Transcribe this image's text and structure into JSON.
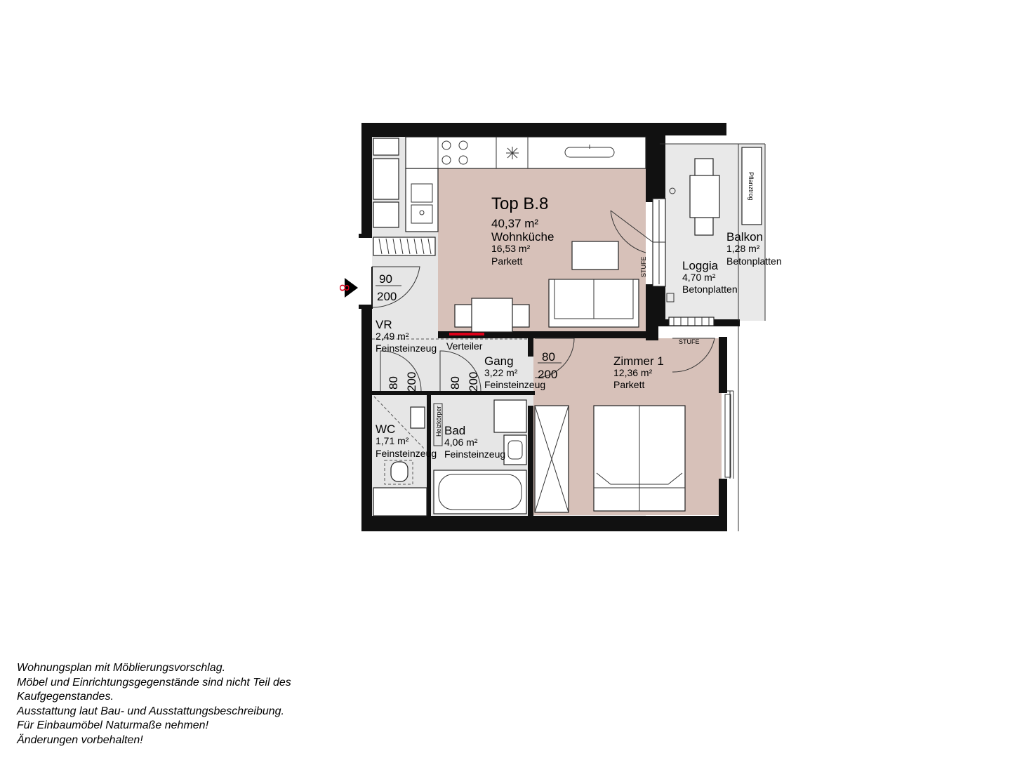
{
  "unit": {
    "title": "Top B.8",
    "total_area": "40,37 m²"
  },
  "rooms": {
    "wohnkueche": {
      "name": "Wohnküche",
      "area": "16,53 m²",
      "floor": "Parkett"
    },
    "vr": {
      "name": "VR",
      "area": "2,49 m²",
      "floor": "Feinsteinzeug"
    },
    "gang": {
      "name": "Gang",
      "area": "3,22 m²",
      "floor": "Feinsteinzeug"
    },
    "wc": {
      "name": "WC",
      "area": "1,71 m²",
      "floor": "Feinsteinzeug"
    },
    "bad": {
      "name": "Bad",
      "area": "4,06 m²",
      "floor": "Feinsteinzeug"
    },
    "zimmer1": {
      "name": "Zimmer 1",
      "area": "12,36 m²",
      "floor": "Parkett"
    },
    "loggia": {
      "name": "Loggia",
      "area": "4,70 m²",
      "floor": "Betonplatten"
    },
    "balkon": {
      "name": "Balkon",
      "area": "1,28 m²",
      "floor": "Betonplatten"
    }
  },
  "doors": {
    "entrance": {
      "width": "90",
      "height": "200"
    },
    "wc": {
      "width": "80",
      "height": "200"
    },
    "bad": {
      "width": "80",
      "height": "200"
    },
    "zimmer": {
      "width": "80",
      "height": "200"
    }
  },
  "labels": {
    "verteiler": "Verteiler",
    "stufe_top": "STUFE",
    "stufe_bottom": "STUFE",
    "heizkoerper": "Heizkörper",
    "pflanztrog": "Pflanztrog",
    "entrance_marker": "8"
  },
  "colors": {
    "living_fill": "#d7c1b9",
    "wet_fill": "#e6e6e6",
    "outdoor_fill": "#e9e9e9",
    "wall": "#111111",
    "entrance_marker": "#e0001a"
  },
  "disclaimer": [
    "Wohnungsplan mit Möblierungsvorschlag.",
    "Möbel und Einrichtungsgegenstände sind nicht Teil des",
    "Kaufgegenstandes.",
    "Ausstattung laut Bau- und Ausstattungsbeschreibung.",
    "Für Einbaumöbel Naturmaße nehmen!",
    "Änderungen vorbehalten!"
  ]
}
